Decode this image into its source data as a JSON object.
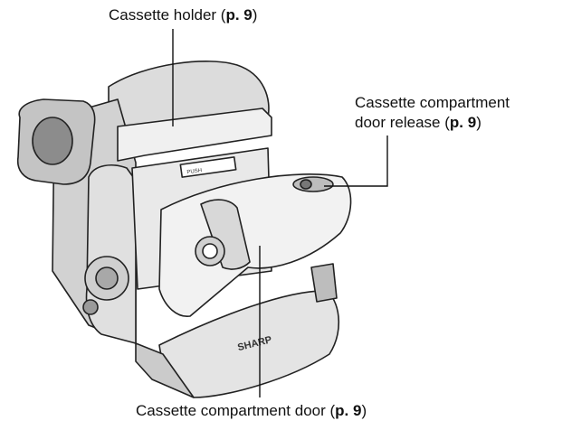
{
  "callouts": {
    "holder": {
      "text": "Cassette holder (",
      "ref": "p. 9",
      "close": ")"
    },
    "release": {
      "line1": "Cassette compartment",
      "line2": "door release (",
      "ref": "p. 9",
      "close": ")"
    },
    "door": {
      "text": "Cassette compartment door (",
      "ref": "p. 9",
      "close": ")"
    }
  },
  "camera_marks": {
    "brand": "SHARP",
    "tape_label": "PUSH"
  },
  "colors": {
    "line": "#111111",
    "body_light": "#e6e6e6",
    "body_mid": "#c8c8c8",
    "body_dark": "#8c8c8c"
  }
}
